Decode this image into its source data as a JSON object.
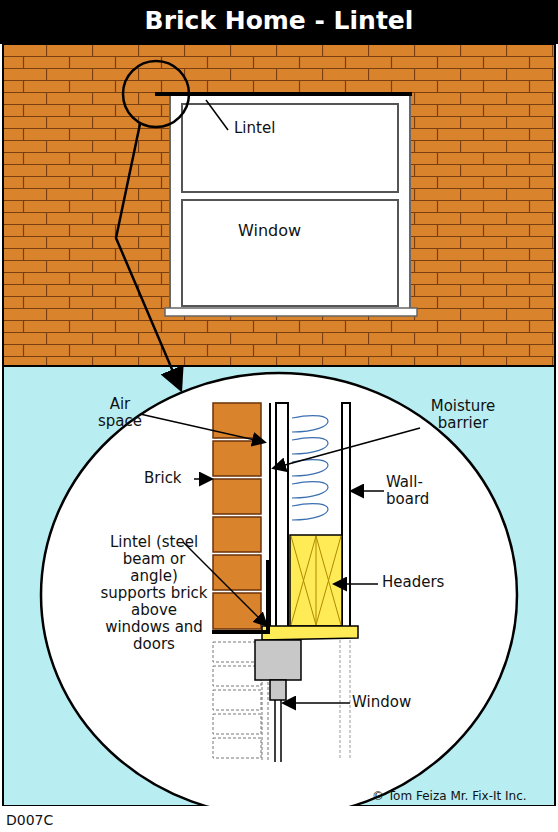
{
  "diagram": {
    "title": "Brick Home - Lintel",
    "labels": [
      "Lintel",
      "Window",
      "Air space",
      "Moisture barrier",
      "Brick",
      "Wall-board",
      "Lintel (steel beam or angle) supports brick above windows and doors",
      "Headers",
      "Window",
      "© Tom Feiza Mr. Fix-It Inc.",
      "D007C"
    ]
  }
}
